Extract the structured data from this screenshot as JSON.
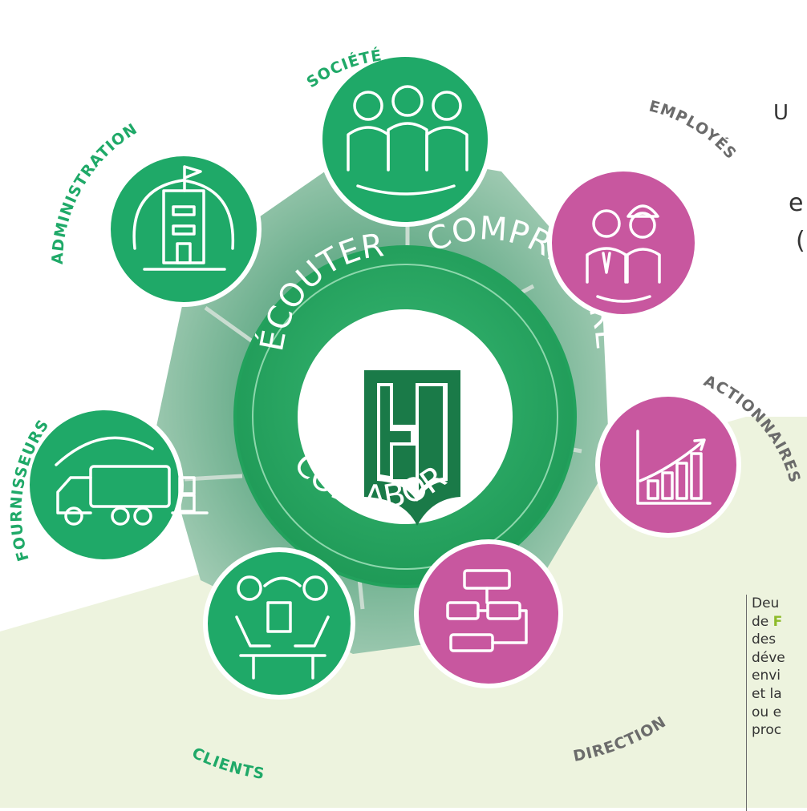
{
  "center": {
    "logo": "HJ",
    "ring_words": [
      "ÉCOUTER",
      "COMPRENDRE",
      "COLLABORER"
    ]
  },
  "stakeholders": [
    {
      "label": "SOCIÉTÉ",
      "icon": "group-of-people-icon",
      "color": "#1fa968"
    },
    {
      "label": "EMPLOYÉS",
      "icon": "manager-and-worker-icon",
      "color": "#c8579f"
    },
    {
      "label": "ACTIONNAIRES",
      "icon": "growth-chart-icon",
      "color": "#c8579f"
    },
    {
      "label": "DIRECTION",
      "icon": "org-chart-icon",
      "color": "#c8579f"
    },
    {
      "label": "CLIENTS",
      "icon": "meeting-handshake-icon",
      "color": "#1fa968"
    },
    {
      "label": "FOURNISSEURS",
      "icon": "delivery-truck-icon",
      "color": "#1fa968"
    },
    {
      "label": "ADMINISTRATION",
      "icon": "office-building-icon",
      "color": "#1fa968"
    }
  ],
  "side_text": {
    "line1": "U",
    "line2": "e",
    "line3": "("
  },
  "note": {
    "lines": [
      "Deu",
      "de",
      "des",
      "déve",
      "envi",
      "et la",
      "ou e",
      "proc"
    ],
    "highlight": "F"
  },
  "colors": {
    "green": "#1fa968",
    "pink": "#c8579f",
    "ring_green": "#2ca866",
    "logo_green": "#1a7a48",
    "heptagon": "#7db89b",
    "spoke": "#c9dcd0",
    "background_panel": "#edf3de"
  }
}
